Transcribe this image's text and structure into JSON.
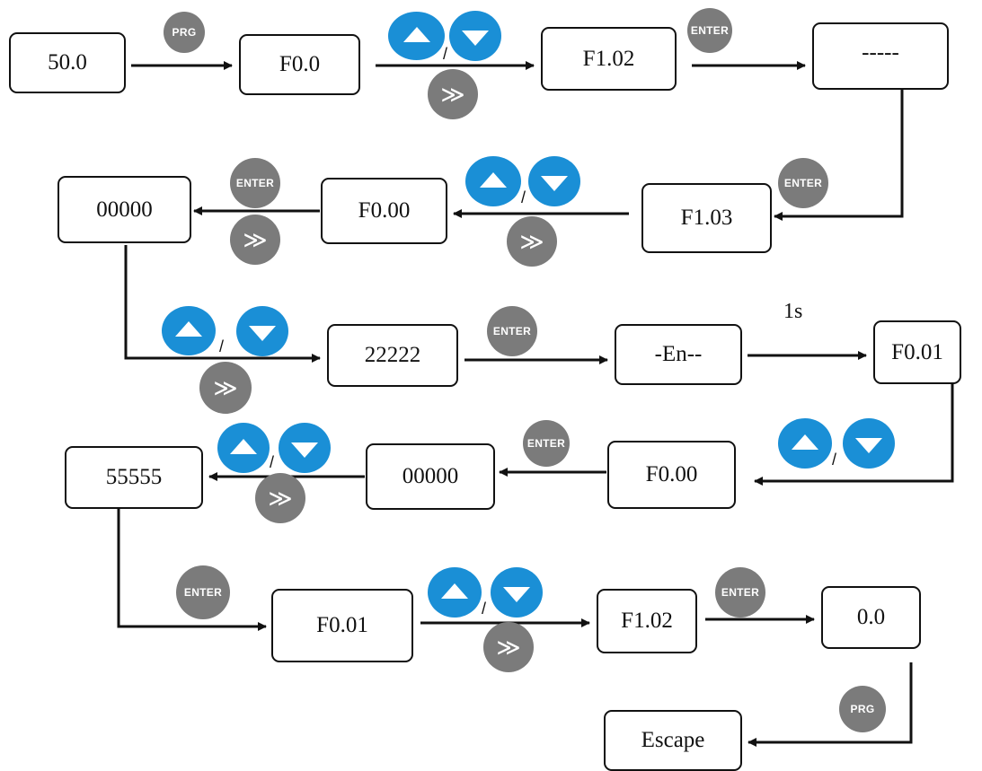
{
  "boxes": {
    "r1_1": "50.0",
    "r1_2": "F0.0",
    "r1_3": "F1.02",
    "r1_4": "-----",
    "r2_1": "00000",
    "r2_2": "F0.00",
    "r2_3": "F1.03",
    "r3_1": "22222",
    "r3_2": "-En--",
    "r3_3": "F0.01",
    "r4_1": "55555",
    "r4_2": "00000",
    "r4_3": "F0.00",
    "r5_1": "F0.01",
    "r5_2": "F1.02",
    "r5_3": "0.0",
    "r6_1": "Escape"
  },
  "keys": {
    "prg": "PRG",
    "enter": "ENTER",
    "shift": "≫",
    "separator": "/"
  },
  "annotations": {
    "delay": "1s"
  },
  "colors": {
    "up_down_keys": "#1a8fd6",
    "gray_keys": "#7b7b7b"
  },
  "icons": [
    "up-arrow-icon",
    "down-arrow-icon",
    "shift-icon"
  ]
}
